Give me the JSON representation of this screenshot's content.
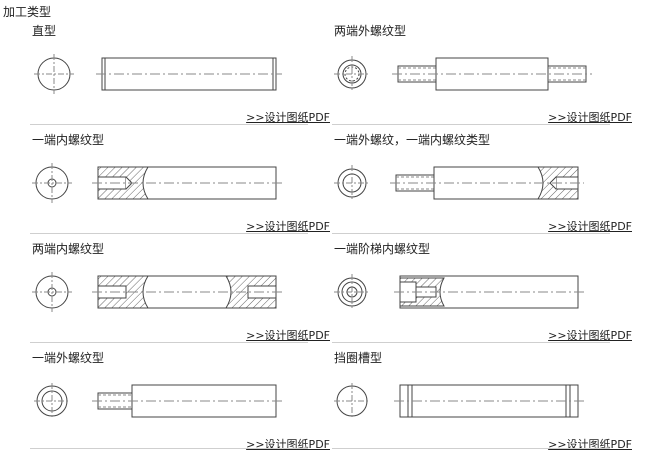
{
  "page_title": "加工类型",
  "cells": [
    {
      "label": "直型",
      "link": ">>设计图纸PDF"
    },
    {
      "label": "两端外螺纹型",
      "link": ">>设计图纸PDF"
    },
    {
      "label": "一端内螺纹型",
      "link": ">>设计图纸PDF"
    },
    {
      "label": "一端外螺纹，一端内螺纹类型",
      "link": ">>设计图纸PDF"
    },
    {
      "label": "两端内螺纹型",
      "link": ">>设计图纸PDF"
    },
    {
      "label": "一端阶梯内螺纹型",
      "link": ">>设计图纸PDF"
    },
    {
      "label": "一端外螺纹型",
      "link": ">>设计图纸PDF"
    },
    {
      "label": "挡圈槽型",
      "link": ">>设计图纸PDF"
    }
  ]
}
